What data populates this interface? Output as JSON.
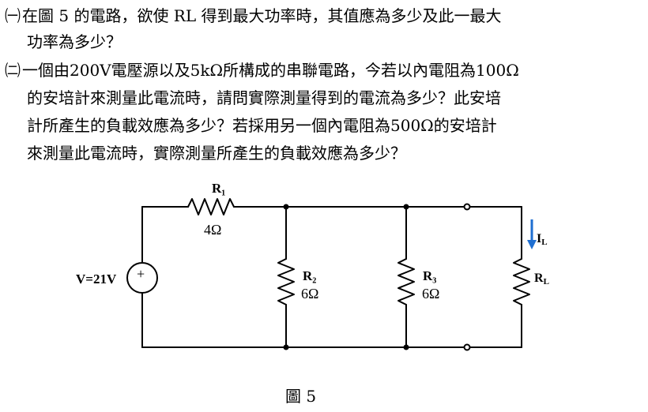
{
  "question1": {
    "marker": "㈠",
    "line1": "在圖 5 的電路，欲使 RL 得到最大功率時，其值應為多少及此一最大",
    "line2": "功率為多少？"
  },
  "question2": {
    "marker": "㈡",
    "line1": "一個由200V電壓源以及5kΩ所構成的串聯電路，今若以內電阻為100Ω",
    "line2": "的安培計來測量此電流時，請問實際測量得到的電流為多少？此安培",
    "line3": "計所產生的負載效應為多少？若採用另一個內電阻為500Ω的安培計",
    "line4": "來測量此電流時，實際測量所產生的負載效應為多少？"
  },
  "circuit": {
    "source_label": "V=21V",
    "source_plus": "+",
    "r1_name": "R₁",
    "r1_value": "4Ω",
    "r2_name": "R₂",
    "r2_value": "6Ω",
    "r3_name": "R₃",
    "r3_value": "6Ω",
    "rl_name": "R",
    "rl_sub": "L",
    "il_name": "I",
    "il_sub": "L"
  },
  "caption": "圖 5"
}
